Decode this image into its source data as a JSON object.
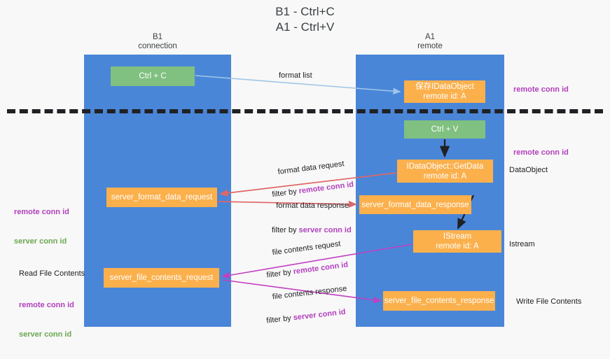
{
  "title": "B1 - Ctrl+C\nA1 - Ctrl+V",
  "lanes": [
    {
      "id": "b1",
      "head": "B1\nconnection",
      "color": "#4a86d8"
    },
    {
      "id": "a1",
      "head": "A1\nremote",
      "color": "#4a86d8"
    }
  ],
  "colors": {
    "lane": "#4a86d8",
    "green_node": "#80c080",
    "orange_node": "#fbb04c",
    "purple_text": "#b23fbd",
    "green_text": "#6aa84f",
    "arrow_format_list": "#9fc5e8",
    "arrow_format_data": "#e06666",
    "arrow_file_contents": "#c23fc2",
    "arrow_black": "#202124",
    "divider": "#202124",
    "background": "#f8f8f8"
  },
  "nodes": {
    "ctrl_c": "Ctrl + C",
    "idataobject": "保存IDataObject\nremote id: A",
    "ctrl_v": "Ctrl + V",
    "getdata": "IDataObject::GetData\nremote id: A",
    "server_format_data_request": "server_format_data_request",
    "server_format_data_response": "server_format_data_response",
    "istream": "IStream\nremote id: A",
    "server_file_contents_request": "server_file_contents_request",
    "server_file_contents_response": "server_file_contents_response"
  },
  "edge_labels": {
    "format_list": "format list",
    "format_data_request": {
      "line1": "format data request",
      "prefix": "filter by ",
      "id": "remote conn id"
    },
    "format_data_response": {
      "line1": "format data response",
      "prefix": "filter by ",
      "id": "server conn id"
    },
    "file_contents_request": {
      "line1": "file contents request",
      "prefix": "filter by ",
      "id": "remote conn id"
    },
    "file_contents_response": {
      "line1": "file contents response",
      "prefix": "filter by ",
      "id": "server conn id"
    }
  },
  "side_labels": {
    "remote_conn_id_top": "remote conn id",
    "remote_conn_id_mid": "remote conn id",
    "dataobject": "DataObject",
    "istream": "Istream",
    "write_file_contents": "Write File Contents",
    "read_file_contents": "Read File Contents",
    "legend_remote": "remote conn id",
    "legend_server": "server conn id",
    "legend_remote_2": "remote conn id",
    "legend_server_2": "server conn id"
  }
}
